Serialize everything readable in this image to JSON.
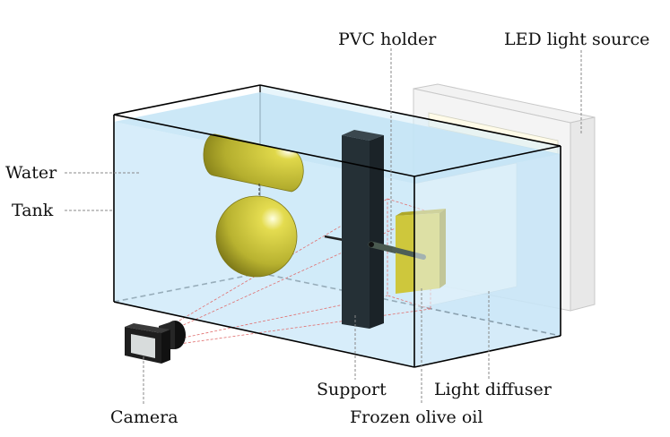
{
  "labels": {
    "pvc_holder": "PVC holder",
    "led_light_source": "LED light source",
    "water": "Water",
    "tank": "Tank",
    "support": "Support",
    "light_diffuser": "Light diffuser",
    "camera": "Camera",
    "frozen_olive_oil": "Frozen olive oil"
  },
  "colors": {
    "water": "#cde9f8",
    "water_top": "#b9dff2",
    "gold": "#c8c23c",
    "gold_dark": "#8a8420",
    "support": "#253036",
    "led_panel": "#eeeeee",
    "diffuser": "#e6f4fb",
    "camera_body": "#1e1e1e",
    "camera_screen": "#d8dcdc",
    "sight_lines": "#e07070",
    "tank_edge": "#000000"
  }
}
